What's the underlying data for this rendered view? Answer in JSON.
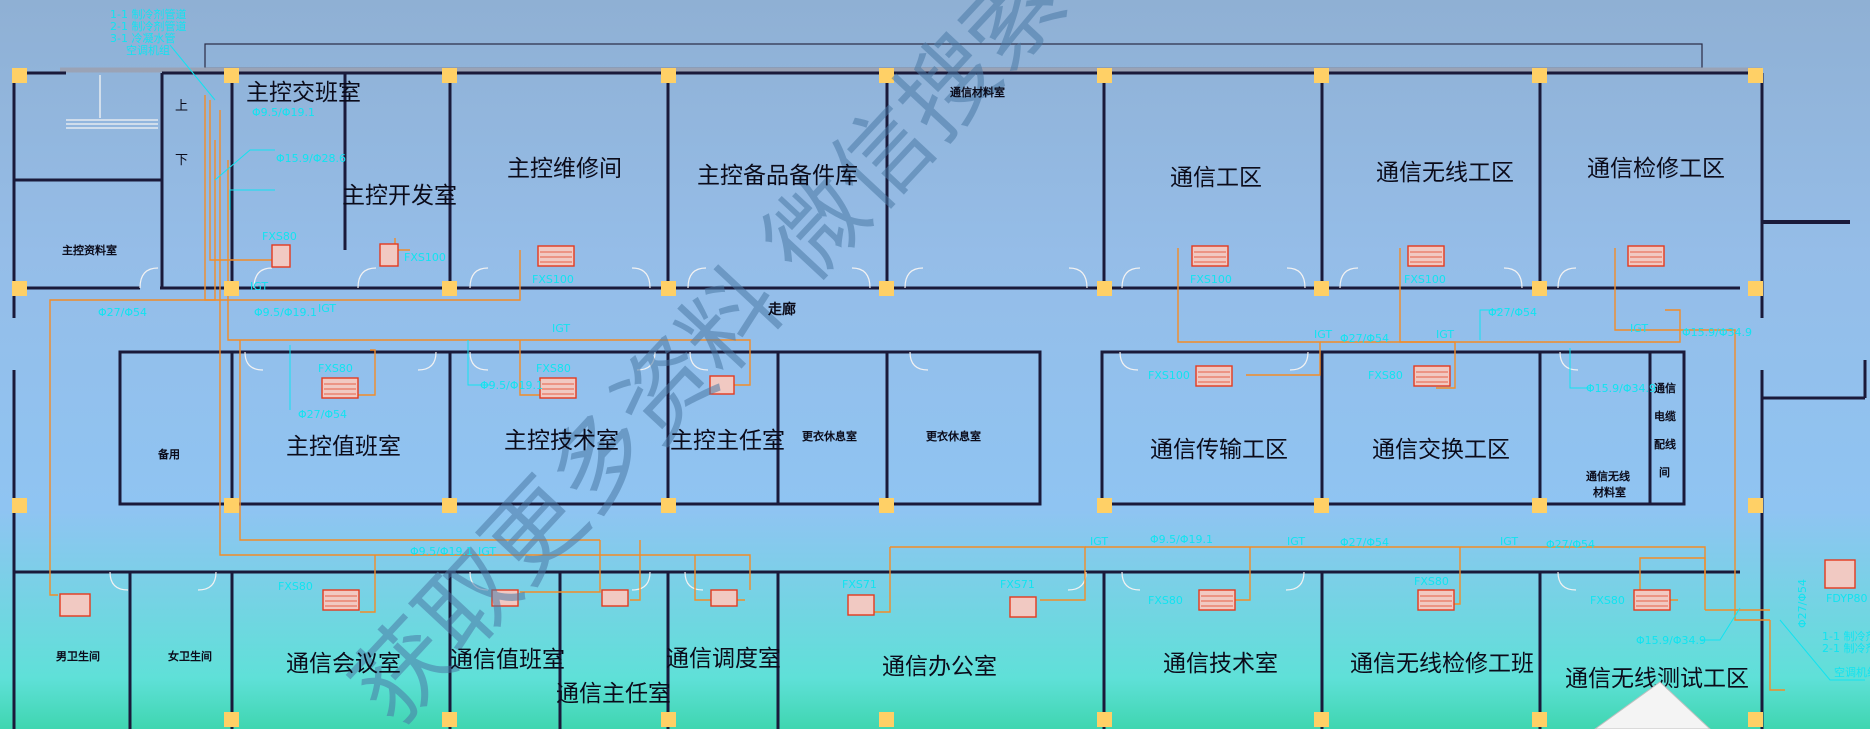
{
  "rooms": {
    "zhukong_jiaoban": "主控交班室",
    "zhukong_kaifa": "主控开发室",
    "zhukong_weixiu": "主控维修间",
    "zhukong_beipin": "主控备品备件库",
    "tongxin_cailiao": "通信材料室",
    "tongxin_gongqu": "通信工区",
    "tongxin_wuxian": "通信无线工区",
    "tongxin_jianxiu": "通信检修工区",
    "zhukong_ziliao": "主控资料室",
    "beiyong": "备用",
    "zhukong_zhiban": "主控值班室",
    "zhukong_jishu": "主控技术室",
    "zhukong_zhuren": "主控主任室",
    "gengyi_1": "更衣休息室",
    "gengyi_2": "更衣休息室",
    "tongxin_chuanshu": "通信传输工区",
    "tongxin_jiaohuan": "通信交换工区",
    "tongxin_wuxian_cailiao_1": "通信无线",
    "tongxin_wuxian_cailiao_2": "材料室",
    "dianlan_1": "通信",
    "dianlan_2": "电缆",
    "dianlan_3": "配线",
    "dianlan_4": "间",
    "nan_wc": "男卫生间",
    "nv_wc": "女卫生间",
    "tongxin_huiyi": "通信会议室",
    "tongxin_zhiban": "通信值班室",
    "tongxin_zhuren": "通信主任室",
    "tongxin_diaodu": "通信调度室",
    "tongxin_bangong": "通信办公室",
    "tongxin_jishu": "通信技术室",
    "tongxin_wuxian_jianxiu": "通信无线检修工班",
    "tongxin_wuxian_ceshi": "通信无线测试工区",
    "zoulang": "走廊",
    "shang": "上",
    "xia": "下"
  },
  "units": {
    "u1": "FXS80",
    "u2": "FXS100",
    "u3": "FXS100",
    "u4": "FXS100",
    "u5": "FXS100",
    "u6": "FXS80",
    "u7": "FXS80",
    "u8": "FXS100",
    "u9": "FXS80",
    "u10": "FXS80",
    "u11": "FXS71",
    "u12": "FXS71",
    "u13": "FXS80",
    "u14": "FXS80",
    "u15": "FXS80",
    "u16": "FDYP80"
  },
  "pipes": {
    "p1": "Φ27/Φ54",
    "p2": "Φ9.5/Φ19.1",
    "p3": "Φ15.9/Φ28.6",
    "p4": "Φ9.5/Φ19.1",
    "p5": "Φ27/Φ54",
    "p6": "Φ9.5/Φ19.1",
    "p7": "Φ27/Φ54",
    "p8": "Φ27/Φ54",
    "p9": "Φ15.9/Φ34.9",
    "p10": "Φ15.9/Φ34.9",
    "p11": "Φ9.5/Φ19.1",
    "p12": "Φ9.5/Φ19.1",
    "p13": "Φ27/Φ54",
    "p14": "Φ27/Φ54",
    "p15": "Φ15.9/Φ34.9",
    "p16": "Φ27/Φ54"
  },
  "branch_labels": {
    "b1": "IGT",
    "b2": "IGT",
    "b3": "IGT",
    "b4": "IGT",
    "b5": "IGT",
    "b6": "IGT",
    "b7": "IGT",
    "b8": "IGT",
    "b9": "IGT",
    "b10": "IGT"
  },
  "legend_tl": {
    "line1": "1-1 制冷剂管道",
    "line2": "2-1 制冷剂管道",
    "line3": "3-1 冷凝水管",
    "line4": "空调机组"
  },
  "legend_br": {
    "line1": "1-1 制冷剂管道",
    "line2": "2-1 制冷剂管道",
    "line3": "空调机组"
  },
  "watermark": "获取更多资料 微信搜索",
  "colors": {
    "wall": "#1a1a3a",
    "pipe": "#f28c28",
    "unit": "#e43a1e",
    "annotation": "#11e3f0",
    "column": "#ffd066"
  }
}
